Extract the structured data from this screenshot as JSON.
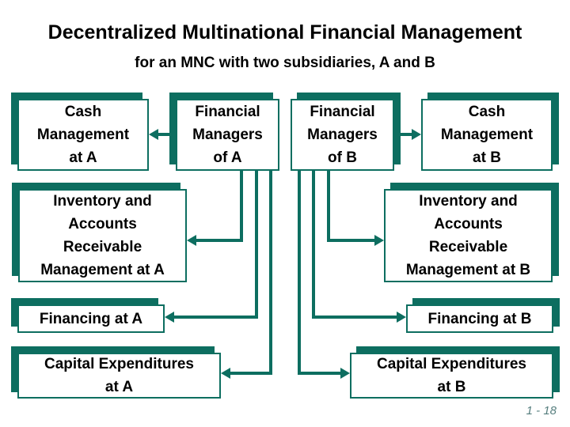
{
  "slide": {
    "title": "Decentralized Multinational Financial Management",
    "subtitle": "for an MNC with two subsidiaries, A and B",
    "page_number": "1 - 18"
  },
  "colors": {
    "accent_teal": "#0d6e60",
    "title_text": "#000000",
    "box_text": "#000000",
    "box_background": "#ffffff",
    "page_number_text": "#567e7e"
  },
  "diagram": {
    "boxes": {
      "cash_a": {
        "label": [
          "Cash",
          "Management",
          "at A"
        ]
      },
      "fm_a": {
        "label": [
          "Financial",
          "Managers",
          "of A"
        ]
      },
      "fm_b": {
        "label": [
          "Financial",
          "Managers",
          "of B"
        ]
      },
      "cash_b": {
        "label": [
          "Cash",
          "Management",
          "at B"
        ]
      },
      "inv_a": {
        "label": [
          "Inventory and",
          "Accounts",
          "Receivable",
          "Management at A"
        ]
      },
      "inv_b": {
        "label": [
          "Inventory and",
          "Accounts",
          "Receivable",
          "Management at B"
        ]
      },
      "fin_a": {
        "label": [
          "Financing at A"
        ]
      },
      "fin_b": {
        "label": [
          "Financing at B"
        ]
      },
      "capex_a": {
        "label": [
          "Capital Expenditures",
          "at A"
        ]
      },
      "capex_b": {
        "label": [
          "Capital Expenditures",
          "at B"
        ]
      }
    },
    "connections": [
      {
        "from": "Financial Managers of A",
        "to": "Cash Management at A"
      },
      {
        "from": "Financial Managers of A",
        "to": "Inventory and Accounts Receivable Management at A"
      },
      {
        "from": "Financial Managers of A",
        "to": "Financing at A"
      },
      {
        "from": "Financial Managers of A",
        "to": "Capital Expenditures at A"
      },
      {
        "from": "Financial Managers of B",
        "to": "Cash Management at B"
      },
      {
        "from": "Financial Managers of B",
        "to": "Inventory and Accounts Receivable Management at B"
      },
      {
        "from": "Financial Managers of B",
        "to": "Financing at B"
      },
      {
        "from": "Financial Managers of B",
        "to": "Capital Expenditures at B"
      }
    ]
  }
}
